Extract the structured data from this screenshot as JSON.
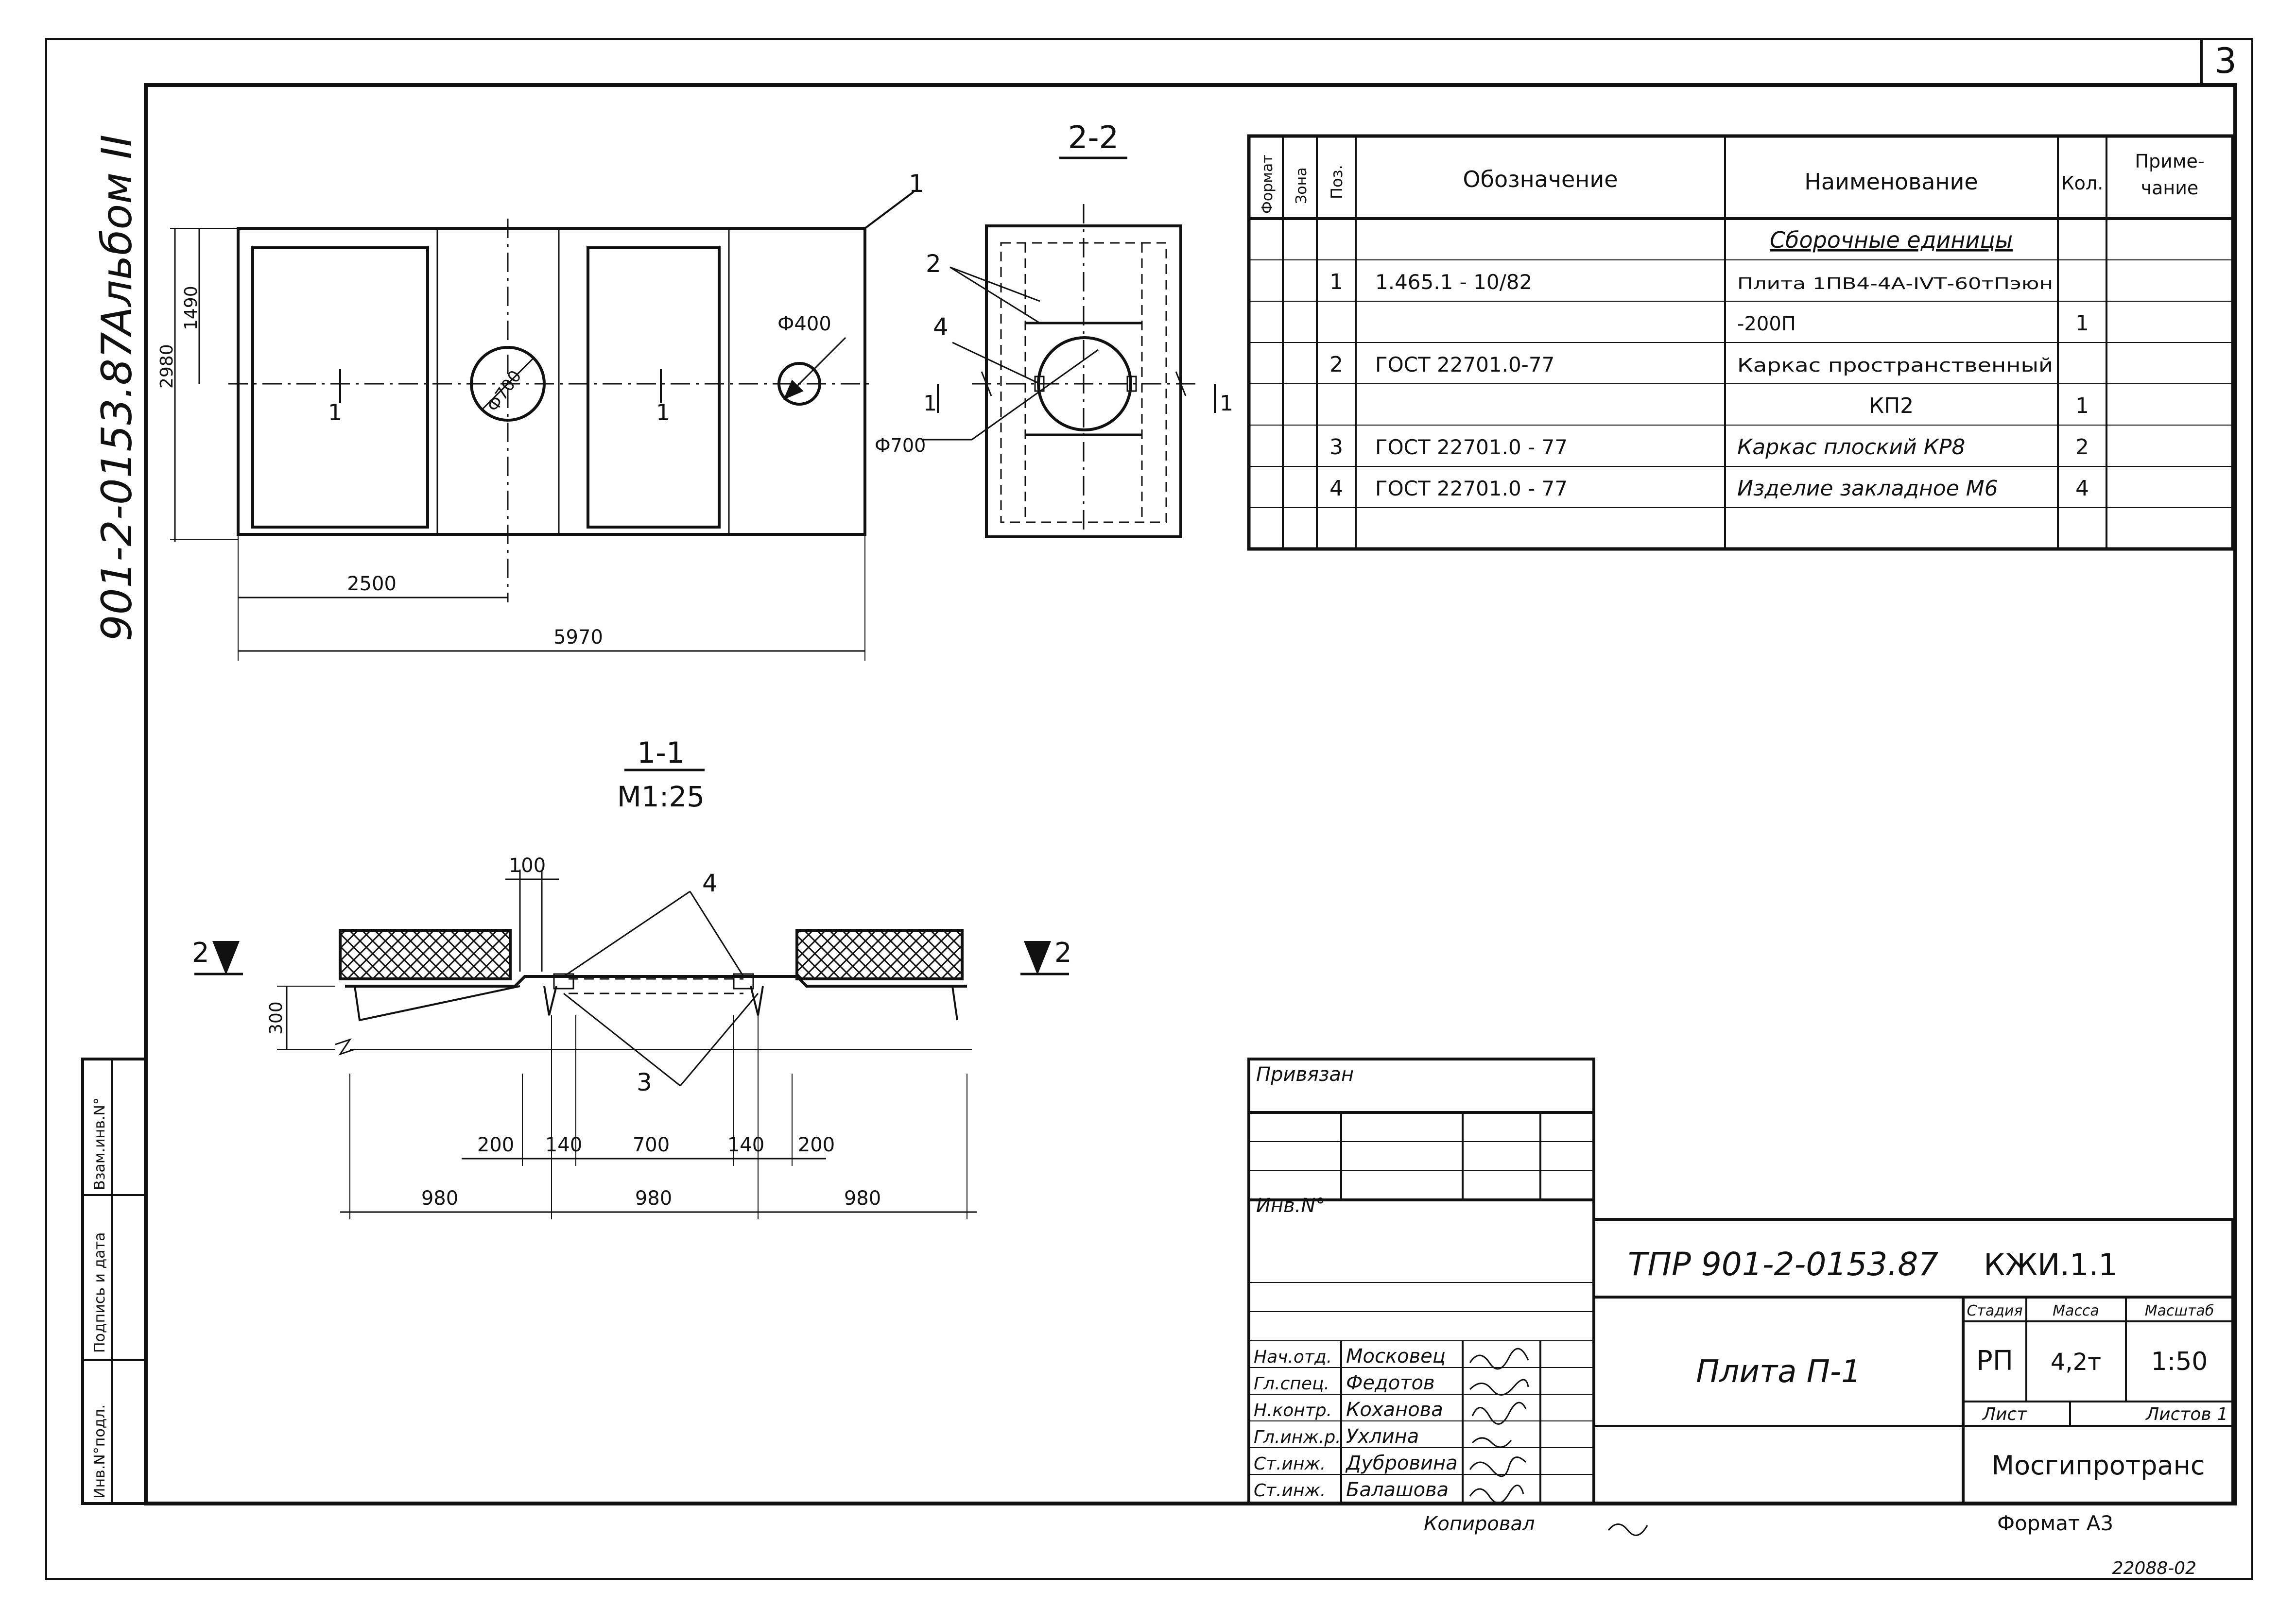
{
  "sheet": {
    "number": "3",
    "album": "Альбом II",
    "project_code_vertical": "901-2-0153.87",
    "copied_by_label": "Копировал",
    "format_label": "Формат А3",
    "archive_number": "22088-02"
  },
  "side_stamp": {
    "columns": [
      "Инв.N°подл.",
      "Подпись и дата",
      "Взам.инв.N°"
    ]
  },
  "plan": {
    "dim_total_width": "5970",
    "dim_half_width": "2500",
    "dim_height": "2980",
    "dim_half_height": "1490",
    "hole_large": "Ф700",
    "hole_small": "Ф400",
    "section_mark": "1",
    "callout_1": "1"
  },
  "section_2_2": {
    "title": "2-2",
    "callout_2": "2",
    "callout_4": "4",
    "dim_hole": "Ф700",
    "cut_mark": "1"
  },
  "section_1_1": {
    "title": "1-1",
    "scale": "М1:25",
    "cut_mark": "2",
    "callout_3": "3",
    "callout_4": "4",
    "dim_100": "100",
    "dim_300": "300",
    "dims_row1": [
      "200",
      "140",
      "700",
      "140",
      "200"
    ],
    "dims_row2": [
      "980",
      "980",
      "980"
    ]
  },
  "spec_table": {
    "headers": {
      "format": "Формат",
      "zone": "Зона",
      "pos": "Поз.",
      "designation": "Обозначение",
      "name": "Наименование",
      "qty": "Кол.",
      "note_line1": "Приме-",
      "note_line2": "чание"
    },
    "rows": [
      {
        "pos": "",
        "designation": "",
        "name": "Сборочные единицы",
        "qty": ""
      },
      {
        "pos": "1",
        "designation": "1.465.1 - 10/82",
        "name": "Плита 1ПВ4-4А-IVТ-60тПэюн",
        "qty": ""
      },
      {
        "pos": "",
        "designation": "",
        "name": "-200П",
        "qty": "1"
      },
      {
        "pos": "2",
        "designation": "ГОСТ 22701.0-77",
        "name": "Каркас пространственный",
        "qty": ""
      },
      {
        "pos": "",
        "designation": "",
        "name": "КП2",
        "qty": "1"
      },
      {
        "pos": "3",
        "designation": "ГОСТ 22701.0 - 77",
        "name": "Каркас плоский КР8",
        "qty": "2"
      },
      {
        "pos": "4",
        "designation": "ГОСТ 22701.0 - 77",
        "name": "Изделие закладное М6",
        "qty": "4"
      },
      {
        "pos": "",
        "designation": "",
        "name": "",
        "qty": ""
      }
    ]
  },
  "title_block": {
    "bound_label": "Привязан",
    "inv_label": "Инв.N°",
    "document_code": "ТПР 901-2-0153.87",
    "sheet_code": "КЖИ.1.1",
    "item_name": "Плита П-1",
    "stage_label": "Стадия",
    "mass_label": "Масса",
    "scale_label": "Масштаб",
    "stage": "РП",
    "mass": "4,2т",
    "scale": "1:50",
    "sheet_label": "Лист",
    "sheets_label": "Листов 1",
    "organization": "Мосгипротранс",
    "staff": [
      {
        "role": "Нач.отд.",
        "name": "Московец"
      },
      {
        "role": "Гл.спец.",
        "name": "Федотов"
      },
      {
        "role": "Н.контр.",
        "name": "Коханова"
      },
      {
        "role": "Гл.инж.р.",
        "name": "Ухлина"
      },
      {
        "role": "Ст.инж.",
        "name": "Дубровина"
      },
      {
        "role": "Ст.инж.",
        "name": "Балашова"
      }
    ]
  }
}
